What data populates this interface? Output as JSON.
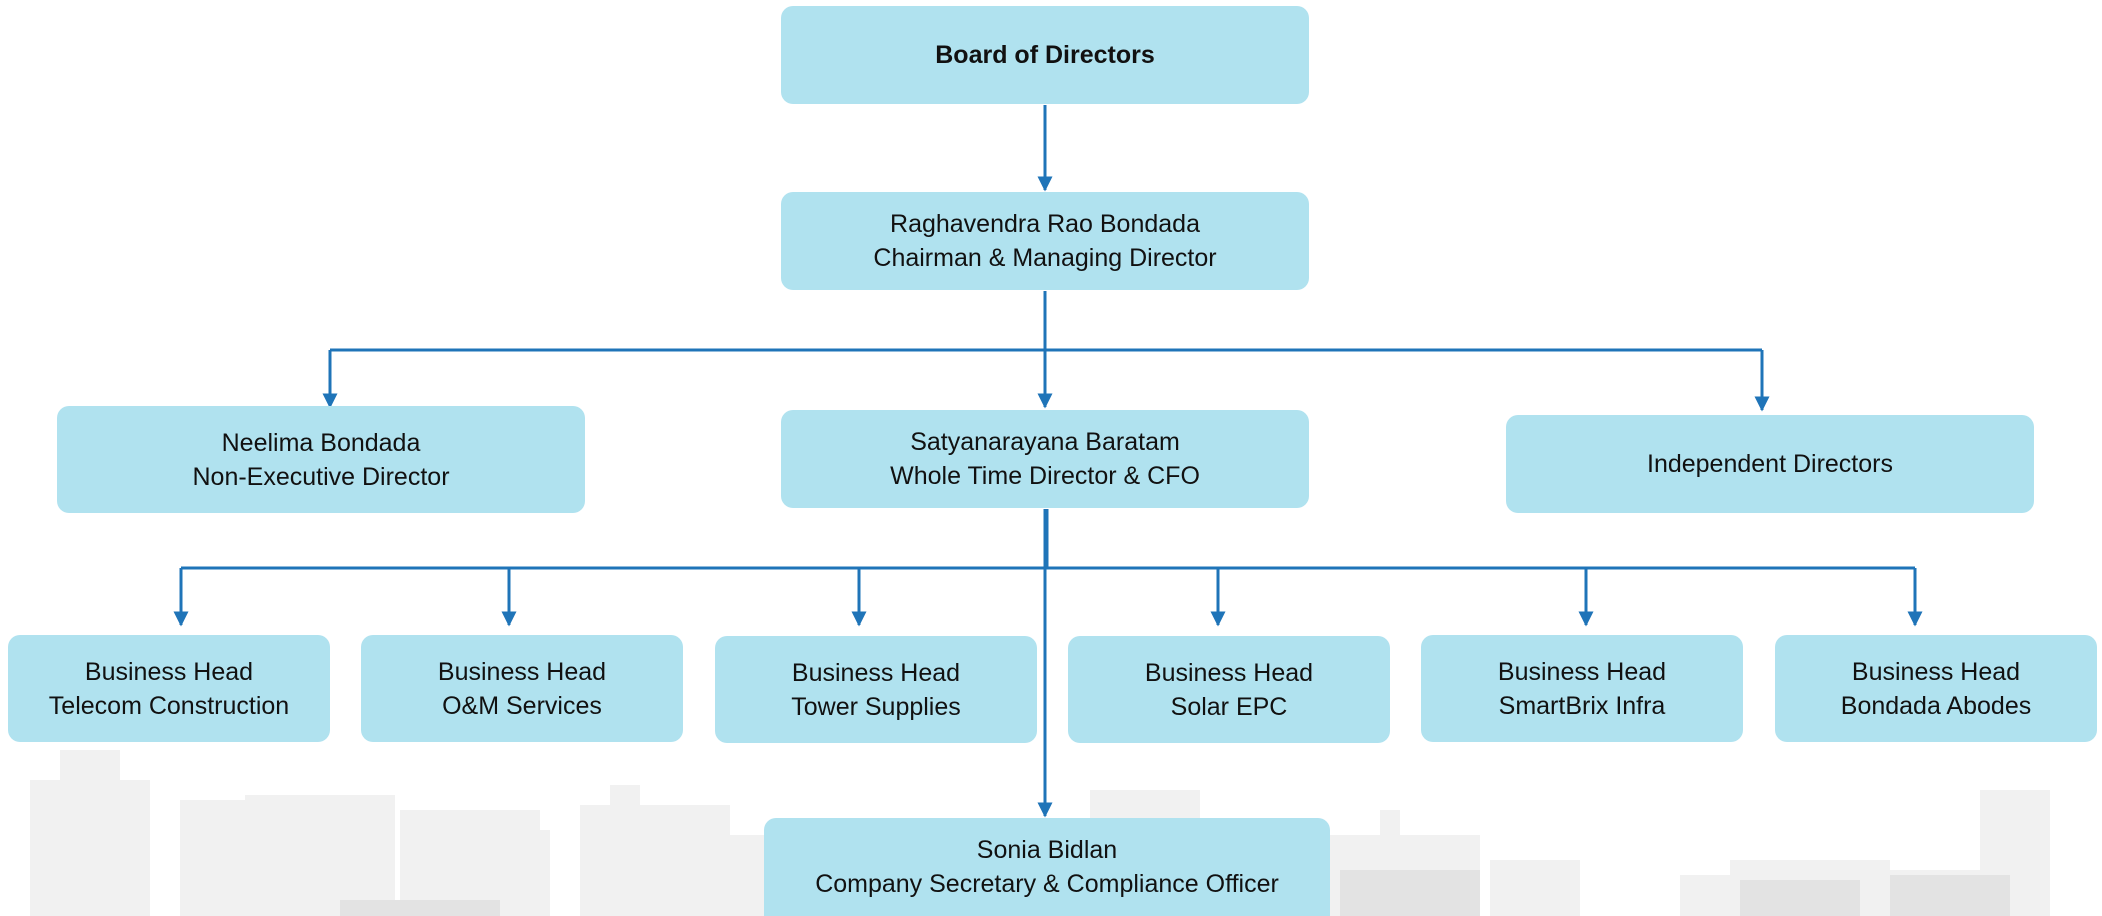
{
  "colors": {
    "box_fill": "#b0e2ef",
    "connector": "#1f74b8",
    "text": "#111111",
    "skyline": "#f0f0f0"
  },
  "org_chart": {
    "board": {
      "title": "Board of Directors"
    },
    "cmd": {
      "name": "Raghavendra Rao Bondada",
      "role": "Chairman & Managing Director"
    },
    "non_exec": {
      "name": "Neelima Bondada",
      "role": "Non-Executive Director"
    },
    "wtd": {
      "name": "Satyanarayana Baratam",
      "role": "Whole Time Director & CFO"
    },
    "independent": {
      "title": "Independent Directors"
    },
    "business_heads": [
      {
        "title": "Business Head",
        "unit": "Telecom Construction"
      },
      {
        "title": "Business Head",
        "unit": "O&M Services"
      },
      {
        "title": "Business Head",
        "unit": "Tower Supplies"
      },
      {
        "title": "Business Head",
        "unit": "Solar EPC"
      },
      {
        "title": "Business Head",
        "unit": "SmartBrix Infra"
      },
      {
        "title": "Business Head",
        "unit": "Bondada Abodes"
      }
    ],
    "cs": {
      "name": "Sonia Bidlan",
      "role": "Company Secretary & Compliance Officer"
    }
  }
}
